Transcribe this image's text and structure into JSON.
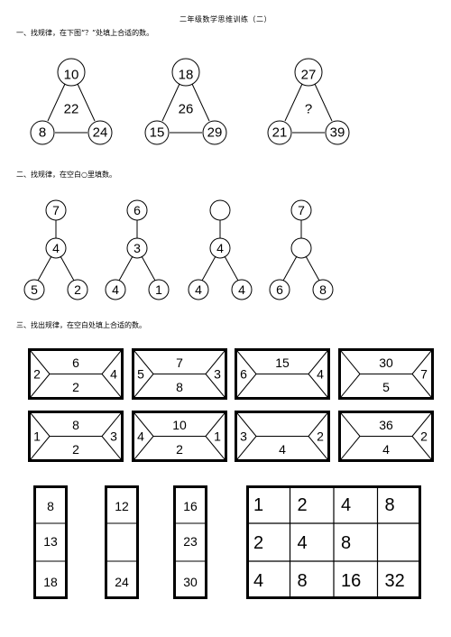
{
  "doc": {
    "title": "二年级数学思维训练（二）",
    "section1": "一、找规律，在下图“？”处填上合适的数。",
    "section2": "二、找规律，在空白○里填数。",
    "section3": "三、找出规律，在空白处填上合适的数。"
  },
  "triangles": [
    {
      "top": "10",
      "center": "22",
      "left": "8",
      "right": "24"
    },
    {
      "top": "18",
      "center": "26",
      "left": "15",
      "right": "29"
    },
    {
      "top": "27",
      "center": "?",
      "left": "21",
      "right": "39"
    }
  ],
  "trees": [
    {
      "top": "7",
      "mid": "4",
      "left": "5",
      "right": "2"
    },
    {
      "top": "6",
      "mid": "3",
      "left": "4",
      "right": "1"
    },
    {
      "top": "",
      "mid": "4",
      "left": "4",
      "right": "4"
    },
    {
      "top": "7",
      "mid": "",
      "left": "6",
      "right": "8"
    }
  ],
  "envelopes": [
    {
      "top": "6",
      "left": "2",
      "right": "4",
      "bottom": "2"
    },
    {
      "top": "7",
      "left": "5",
      "right": "3",
      "bottom": "8"
    },
    {
      "top": "15",
      "left": "6",
      "right": "4",
      "bottom": ""
    },
    {
      "top": "30",
      "left": "",
      "right": "7",
      "bottom": "5"
    },
    {
      "top": "8",
      "left": "1",
      "right": "3",
      "bottom": "2"
    },
    {
      "top": "10",
      "left": "4",
      "right": "1",
      "bottom": "2"
    },
    {
      "top": "",
      "left": "3",
      "right": "2",
      "bottom": "4"
    },
    {
      "top": "36",
      "left": "",
      "right": "2",
      "bottom": "4"
    }
  ],
  "columns": [
    [
      "8",
      "13",
      "18"
    ],
    [
      "12",
      "",
      "24"
    ],
    [
      "16",
      "23",
      "30"
    ]
  ],
  "grid": [
    [
      "1",
      "2",
      "4",
      "8"
    ],
    [
      "2",
      "4",
      "8",
      ""
    ],
    [
      "4",
      "8",
      "16",
      "32"
    ]
  ]
}
